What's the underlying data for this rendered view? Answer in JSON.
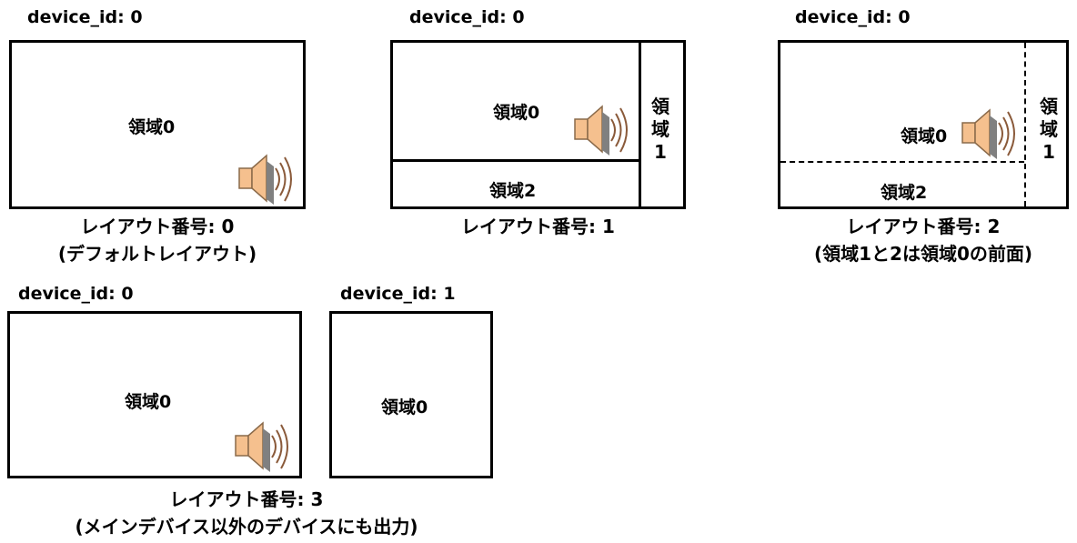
{
  "layouts": [
    {
      "device_label": "device_id: 0",
      "regions": {
        "r0": "領域0"
      },
      "caption_line1": "レイアウト番号: 0",
      "caption_line2": "(デフォルトレイアウト)"
    },
    {
      "device_label": "device_id: 0",
      "regions": {
        "r0": "領域0",
        "r1": [
          "領",
          "域",
          "1"
        ],
        "r2": "領域2"
      },
      "caption_line1": "レイアウト番号: 1"
    },
    {
      "device_label": "device_id: 0",
      "regions": {
        "r0": "領域0",
        "r1": [
          "領",
          "域",
          "1"
        ],
        "r2": "領域2"
      },
      "caption_line1": "レイアウト番号: 2",
      "caption_line2": "(領域1と2は領域0の前面)"
    },
    {
      "device_label_main": "device_id: 0",
      "device_label_sub": "device_id: 1",
      "regions": {
        "main_r0": "領域0",
        "sub_r0": "領域0"
      },
      "caption_line1": "レイアウト番号: 3",
      "caption_line2": "(メインデバイス以外のデバイスにも出力)"
    }
  ],
  "icons": {
    "speaker": "speaker-icon"
  },
  "colors": {
    "speaker_body": "#f5c08e",
    "speaker_cone": "#808080",
    "border": "#000000"
  }
}
